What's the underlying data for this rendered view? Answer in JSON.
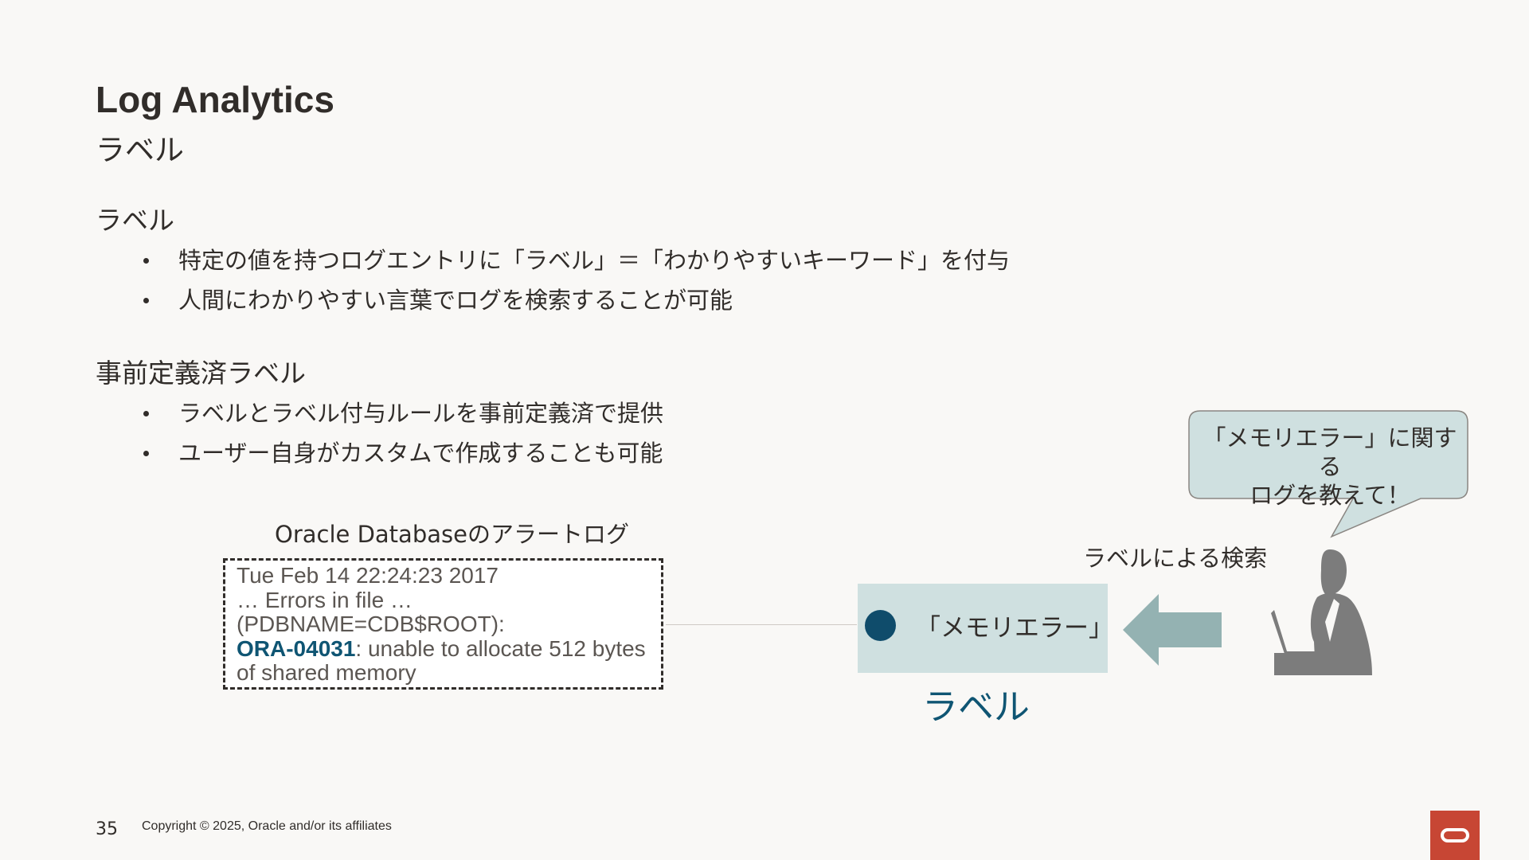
{
  "header": {
    "title": "Log Analytics",
    "subtitle": "ラベル"
  },
  "sections": [
    {
      "heading": "ラベル",
      "bullets": [
        "特定の値を持つログエントリに「ラベル」＝「わかりやすいキーワード」を付与",
        "人間にわかりやすい言葉でログを検索することが可能"
      ]
    },
    {
      "heading": "事前定義済ラベル",
      "bullets": [
        "ラベルとラベル付与ルールを事前定義済で提供",
        "ユーザー自身がカスタムで作成することも可能"
      ]
    }
  ],
  "diagram": {
    "log_caption": "Oracle Databaseのアラートログ",
    "log_lines": [
      "Tue Feb 14 22:24:23 2017",
      "… Errors in file …",
      "(PDBNAME=CDB$ROOT):"
    ],
    "log_error_code": "ORA-04031",
    "log_error_rest": ": unable to allocate 512 bytes",
    "log_last_line": "of shared memory",
    "label_value": "「メモリエラー」",
    "label_caption": "ラベル",
    "search_caption": "ラベルによる検索",
    "bubble_lines": [
      "「メモリエラー」に関する",
      "ログを教えて！"
    ],
    "icons": [
      "arrow-left-icon",
      "person-laptop-icon",
      "speech-bubble-icon"
    ]
  },
  "footer": {
    "page_number": "35",
    "copyright": "Copyright © 2025, Oracle and/or its affiliates"
  },
  "colors": {
    "background": "#f9f8f6",
    "text": "#312d2a",
    "accent": "#0f5573",
    "label_box": "#cfe0e0",
    "arrow": "#94b2b2",
    "person": "#7c7c7c",
    "oracle_red": "#c74634"
  }
}
